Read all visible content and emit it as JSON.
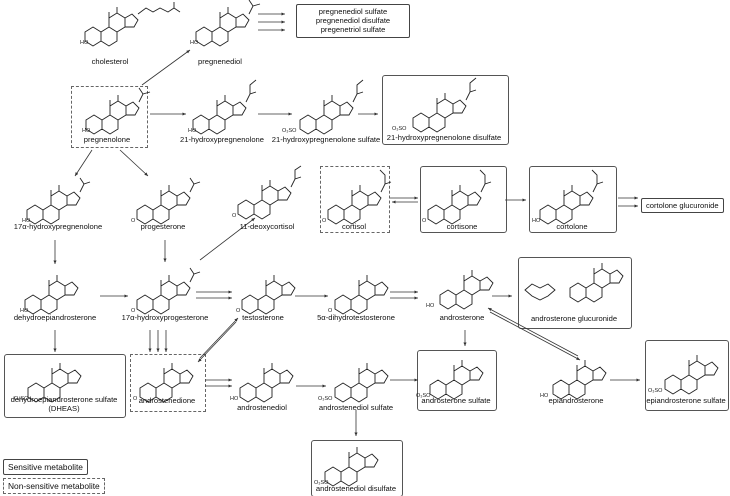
{
  "labels": {
    "cholesterol": "cholesterol",
    "pregnenediol": "pregnenediol",
    "pregnenolone": "pregnenolone",
    "hydroxypregnenolone21": "21-hydroxypregnenolone",
    "hydroxypregnenolone21_sulfate": "21-hydroxypregnenolone sulfate",
    "hydroxypregnenolone21_disulfate": "21-hydroxypregnenolone disulfate",
    "hydroxypregnenolone17": "17α-hydroxypregnenolone",
    "progesterone": "progesterone",
    "deoxycortisol11": "11-deoxycortisol",
    "cortisol": "cortisol",
    "cortisone": "cortisone",
    "cortolone": "cortolone",
    "cortolone_glucuronide": "cortolone glucuronide",
    "dhea": "dehydroepiandrosterone",
    "hydroxyprogesterone17": "17α-hydroxyprogesterone",
    "testosterone": "testosterone",
    "dihydrotestosterone": "5α-dihydrotestosterone",
    "androsterone": "androsterone",
    "androsterone_glucuronide": "androsterone glucuronide",
    "dheas": "dehydroepiandrosterone sulfate (DHEAS)",
    "androstenedione": "androstenedione",
    "androstenediol": "androstenediol",
    "androstenediol_sulfate": "androstenediol sulfate",
    "androsterone_sulfate": "androsterone sulfate",
    "epiandrosterone": "epiandrosterone",
    "epiandrosterone_sulfate": "epiandrosterone sulfate",
    "androstenediol_disulfate": "androstenediol disulfate"
  },
  "pregnenediol_products": [
    "pregnenediol sulfate",
    "pregnenediol disulfate",
    "pregenetriol sulfate"
  ],
  "legend": {
    "sensitive": "Sensitive metabolite",
    "non_sensitive": "Non-sensitive metabolite"
  }
}
